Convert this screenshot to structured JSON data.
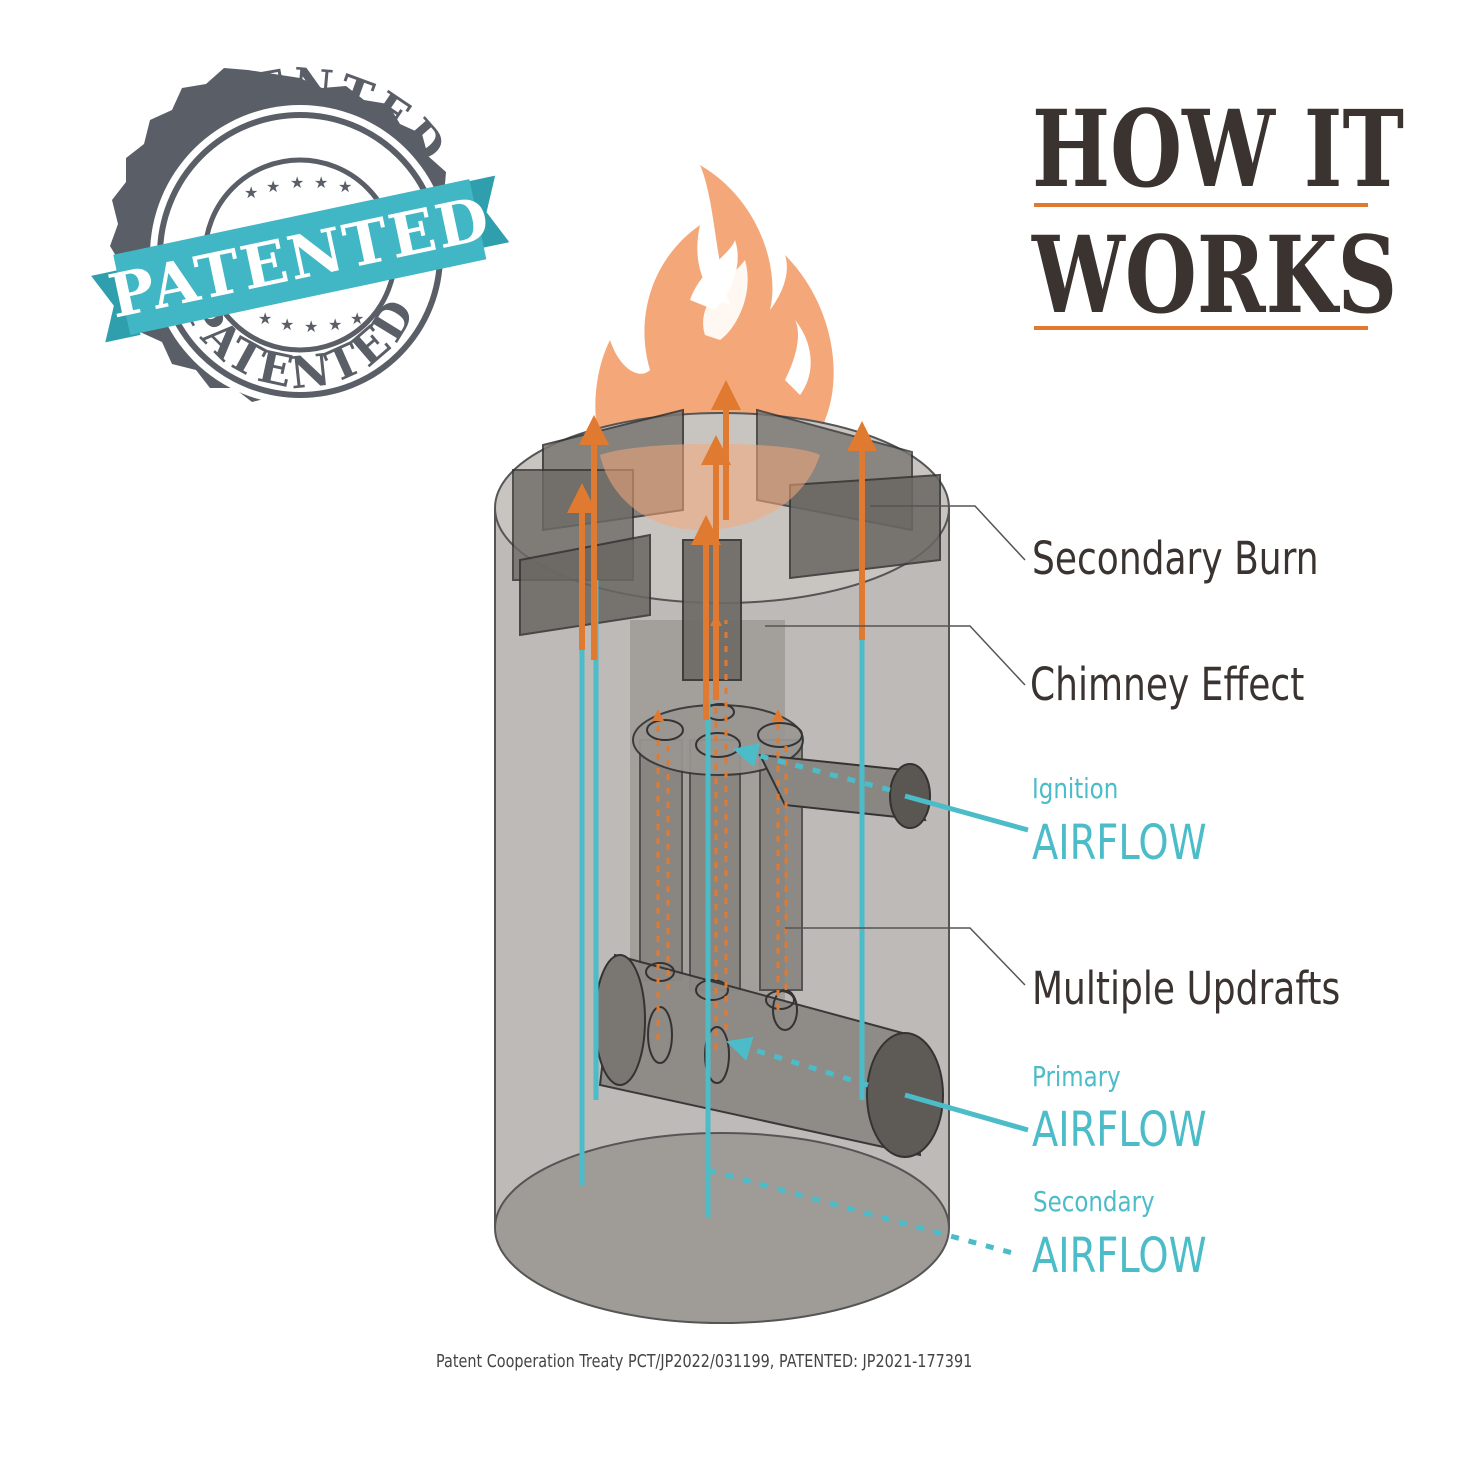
{
  "title": {
    "line1": "HOW IT",
    "line2": "WORKS"
  },
  "stamp": {
    "ribbon_text": "PATENTED",
    "ring_text_top": "PATENTED",
    "ring_text_bottom": "PATENTED"
  },
  "labels": {
    "secondary_burn": "Secondary Burn",
    "chimney_effect": "Chimney Effect",
    "multiple_updrafts": "Multiple Updrafts"
  },
  "airflows": {
    "ignition": {
      "label": "Ignition",
      "word": "AIRFLOW"
    },
    "primary": {
      "label": "Primary",
      "word": "AIRFLOW"
    },
    "secondary": {
      "label": "Secondary",
      "word": "AIRFLOW"
    }
  },
  "footer": "Patent Cooperation Treaty PCT/JP2022/031199, PATENTED: JP2021-177391",
  "colors": {
    "orange": "#e07a30",
    "flame": "#f4a87a",
    "teal": "#4bbcc8",
    "text": "#3a3330",
    "stamp_gray": "#5a5e66",
    "body_gray": "#a9a6a2"
  }
}
